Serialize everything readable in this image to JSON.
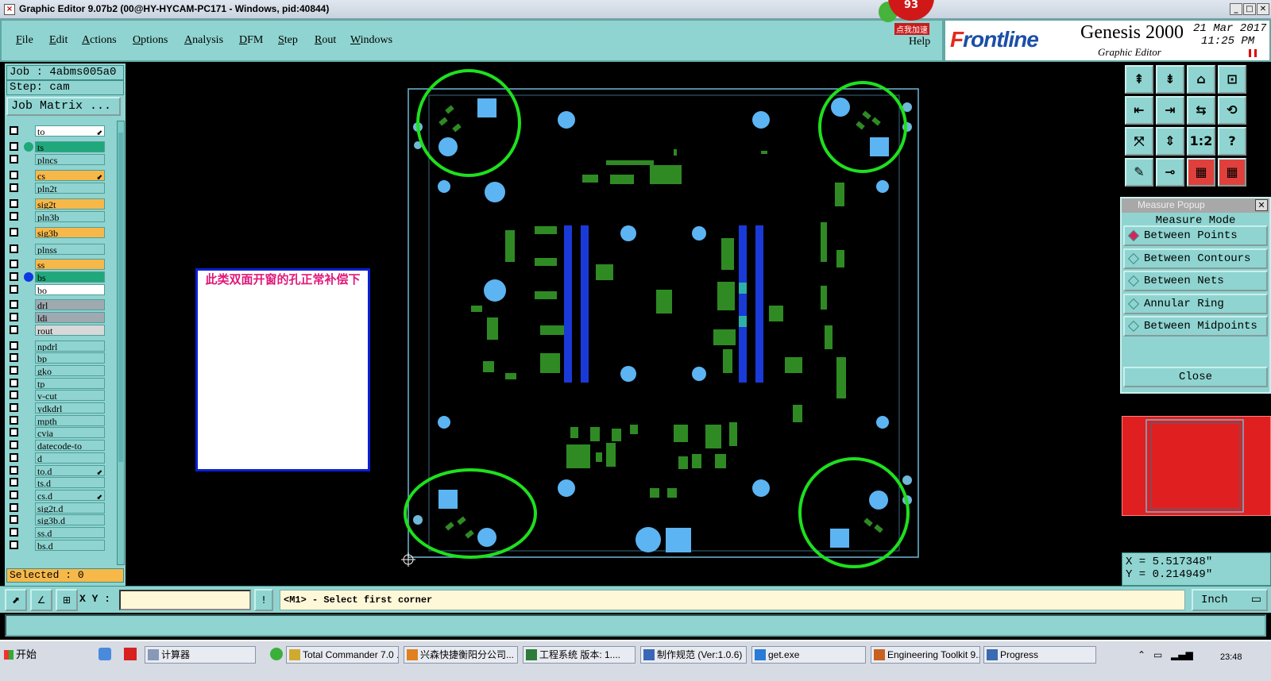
{
  "titlebar": {
    "title": "Graphic Editor 9.07b2 (00@HY-HYCAM-PC171 - Windows, pid:40844)",
    "minimize": "_",
    "maximize": "□",
    "close": "✕"
  },
  "menu": {
    "file": "File",
    "edit": "Edit",
    "actions": "Actions",
    "options": "Options",
    "analysis": "Analysis",
    "dfm": "DFM",
    "step": "Step",
    "rout": "Rout",
    "windows": "Windows",
    "help": "Help"
  },
  "overlay": {
    "badge": "93",
    "accel": "点我加速"
  },
  "brand": {
    "frontline_mark": "F",
    "frontline_rest": "rontline",
    "product": "Genesis 2000",
    "subtitle": "Graphic Editor",
    "date": "21 Mar 2017",
    "time": "11:25 PM"
  },
  "job": {
    "job": "Job : 4abms005a0",
    "step": "Step: cam",
    "matrix_button": "Job Matrix ..."
  },
  "layers": [
    {
      "name": "to",
      "color": "#ffffff",
      "flag": "⬋"
    },
    {
      "name": "ts",
      "color": "#1fa87a",
      "dot": "#1fa87a"
    },
    {
      "name": "plncs",
      "color": "#8fd4d0"
    },
    {
      "name": "cs",
      "color": "#f7b84a",
      "flag": "⬋"
    },
    {
      "name": "pln2t",
      "color": "#8fd4d0"
    },
    {
      "name": "sig2t",
      "color": "#f7b84a"
    },
    {
      "name": "pln3b",
      "color": "#8fd4d0"
    },
    {
      "name": "sig3b",
      "color": "#f7b84a"
    },
    {
      "name": "plnss",
      "color": "#8fd4d0"
    },
    {
      "name": "ss",
      "color": "#f7b84a"
    },
    {
      "name": "bs",
      "color": "#1fa87a",
      "dot": "#1038e0"
    },
    {
      "name": "bo",
      "color": "#ffffff"
    },
    {
      "name": "drl",
      "color": "#9eaab0"
    },
    {
      "name": "ldi",
      "color": "#9eaab0"
    },
    {
      "name": "rout",
      "color": "#d8d8d8"
    },
    {
      "name": "npdrl",
      "color": "#8fd4d0"
    },
    {
      "name": "bp",
      "color": "#8fd4d0"
    },
    {
      "name": "gko",
      "color": "#8fd4d0"
    },
    {
      "name": "tp",
      "color": "#8fd4d0"
    },
    {
      "name": "v-cut",
      "color": "#8fd4d0"
    },
    {
      "name": "ydkdrl",
      "color": "#8fd4d0"
    },
    {
      "name": "mpth",
      "color": "#8fd4d0"
    },
    {
      "name": "cvia",
      "color": "#8fd4d0"
    },
    {
      "name": "datecode-to",
      "color": "#8fd4d0"
    },
    {
      "name": "d",
      "color": "#8fd4d0"
    },
    {
      "name": "to.d",
      "color": "#8fd4d0",
      "flag": "⬋"
    },
    {
      "name": "ts.d",
      "color": "#8fd4d0"
    },
    {
      "name": "cs.d",
      "color": "#8fd4d0",
      "flag": "⬋"
    },
    {
      "name": "sig2t.d",
      "color": "#8fd4d0"
    },
    {
      "name": "sig3b.d",
      "color": "#8fd4d0"
    },
    {
      "name": "ss.d",
      "color": "#8fd4d0"
    },
    {
      "name": "bs.d",
      "color": "#8fd4d0"
    }
  ],
  "selected": "Selected : 0",
  "annotation": {
    "text": "此类双面开窗的孔正常补偿下"
  },
  "measure": {
    "title": "Measure Popup",
    "mode_label": "Measure Mode",
    "options": [
      "Between Points",
      "Between Contours",
      "Between Nets",
      "Annular Ring",
      "Between Midpoints"
    ],
    "active_option": "Between Points",
    "close": "Close"
  },
  "toolbox": {
    "icons": [
      "page-up-icon",
      "page-down-icon",
      "home-icon",
      "zoom-window-icon",
      "pan-left-icon",
      "pan-right-icon",
      "zoom-in-out-icon",
      "redraw-icon",
      "fit-screen-icon",
      "center-icon",
      "zoom-1-2-icon",
      "help-icon",
      "pen-icon",
      "snap-icon",
      "layer-red-icon",
      "net-red-icon"
    ],
    "zoom_label": "1:2",
    "help_label": "?"
  },
  "coords": {
    "x": "X =  5.517348\"",
    "y": "Y =  0.214949\""
  },
  "cmdbar": {
    "xy_label": "X Y :",
    "xy_value": "",
    "bang": "!",
    "prompt": "<M1> - Select first corner",
    "unit": "Inch"
  },
  "taskbar": {
    "start": "开始",
    "tasks": [
      "计算器",
      "Total Commander 7.0 ...",
      "兴森快捷衡阳分公司...",
      "工程系统  版本: 1....",
      "制作规范 (Ver:1.0.6)",
      "get.exe",
      "Engineering Toolkit 9....",
      "Progress"
    ],
    "clock": "23:48"
  }
}
